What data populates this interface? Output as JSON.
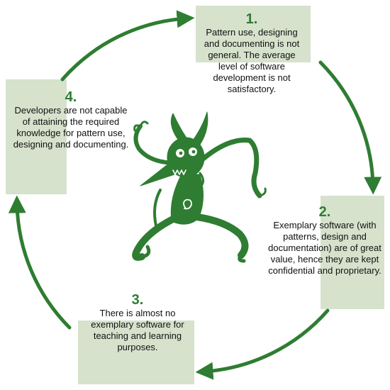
{
  "colors": {
    "arrow": "#2e7d32",
    "panel": "#d6e2cc",
    "number": "#2e7d32",
    "creature": "#2e7d32"
  },
  "icons": [
    "cycle-arrows",
    "green-monster-illustration"
  ],
  "steps": [
    {
      "number": "1.",
      "text": "Pattern use, designing and documenting is not general. The average level of software development is not satisfactory."
    },
    {
      "number": "2.",
      "text": "Exemplary software (with patterns, design and documentation) are of great value, hence they are kept confidential and proprietary."
    },
    {
      "number": "3.",
      "text": "There is almost no exemplary software for teaching and learning purposes."
    },
    {
      "number": "4.",
      "text": "Developers are not capable of attaining the required knowledge for pattern use, designing and documenting."
    }
  ]
}
